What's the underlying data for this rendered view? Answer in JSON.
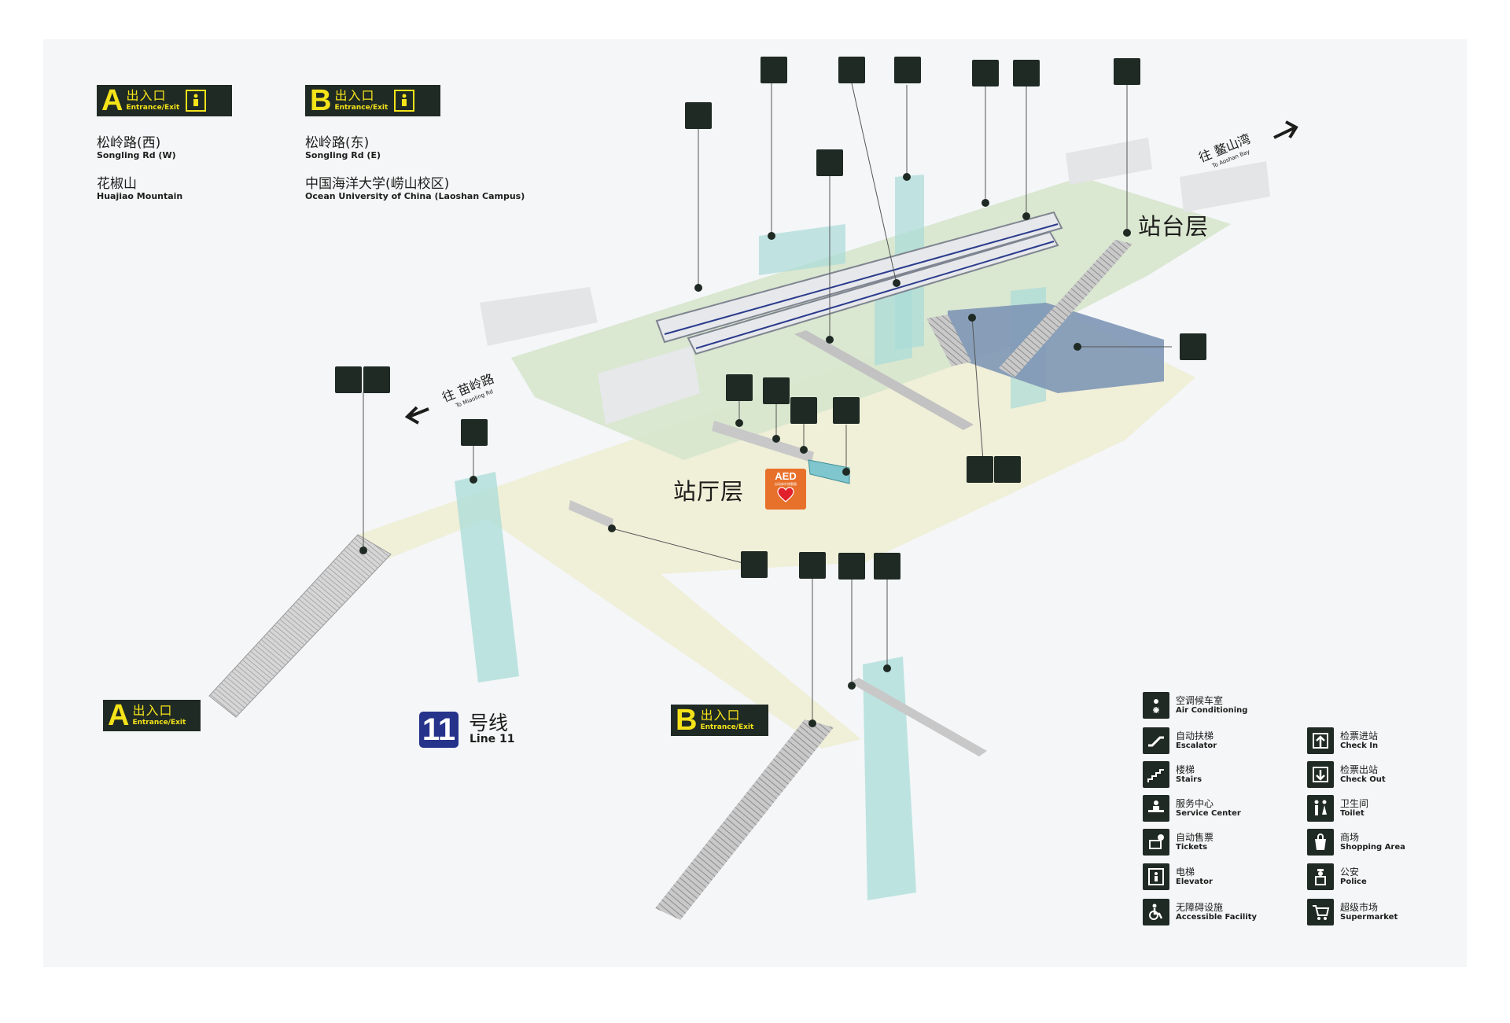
{
  "entrance_a": {
    "letter": "A",
    "cn": "出入口",
    "en": "Entrance/Exit",
    "destinations": [
      {
        "cn": "松岭路(西)",
        "en": "Songling Rd (W)"
      },
      {
        "cn": "花椒山",
        "en": "Huajiao Mountain"
      }
    ]
  },
  "entrance_b": {
    "letter": "B",
    "cn": "出入口",
    "en": "Entrance/Exit",
    "destinations": [
      {
        "cn": "松岭路(东)",
        "en": "Songling Rd (E)"
      },
      {
        "cn": "中国海洋大学(崂山校区)",
        "en": "Ocean University of China (Laoshan Campus)"
      }
    ]
  },
  "floors": {
    "platform": "站台层",
    "concourse": "站厅层"
  },
  "directions": {
    "east": {
      "cn": "往 鳌山湾",
      "en": "To Aoshan Bay"
    },
    "west": {
      "cn": "往 苗岭路",
      "en": "To Miaoling Rd"
    }
  },
  "aed": {
    "title": "AED",
    "subtitle": "自动体外除颤器"
  },
  "line": {
    "number": "11",
    "cn": "号线",
    "en": "Line 11"
  },
  "map_exits": {
    "a": {
      "letter": "A",
      "cn": "出入口",
      "en": "Entrance/Exit"
    },
    "b": {
      "letter": "B",
      "cn": "出入口",
      "en": "Entrance/Exit"
    }
  },
  "legend": [
    {
      "icon": "air-conditioning",
      "cn": "空调候车室",
      "en": "Air Conditioning"
    },
    {
      "icon": "escalator",
      "cn": "自动扶梯",
      "en": "Escalator"
    },
    {
      "icon": "stairs",
      "cn": "楼梯",
      "en": "Stairs"
    },
    {
      "icon": "service-center",
      "cn": "服务中心",
      "en": "Service Center"
    },
    {
      "icon": "tickets",
      "cn": "自动售票",
      "en": "Tickets"
    },
    {
      "icon": "elevator",
      "cn": "电梯",
      "en": "Elevator"
    },
    {
      "icon": "accessible",
      "cn": "无障碍设施",
      "en": "Accessible Facility"
    },
    {
      "icon": "check-in",
      "cn": "检票进站",
      "en": "Check In"
    },
    {
      "icon": "check-out",
      "cn": "检票出站",
      "en": "Check Out"
    },
    {
      "icon": "toilet",
      "cn": "卫生间",
      "en": "Toilet"
    },
    {
      "icon": "shopping",
      "cn": "商场",
      "en": "Shopping Area"
    },
    {
      "icon": "police",
      "cn": "公安",
      "en": "Police"
    },
    {
      "icon": "supermarket",
      "cn": "超级市场",
      "en": "Supermarket"
    }
  ],
  "colors": {
    "icon_bg": "#1f2a24",
    "badge_text": "#f5e31a",
    "platform_floor": "#d8e6cf",
    "concourse_floor": "#efeed6",
    "elevator_shaft": "#a9dcd8",
    "line_blue": "#26338b",
    "aed_orange": "#e7702a"
  }
}
